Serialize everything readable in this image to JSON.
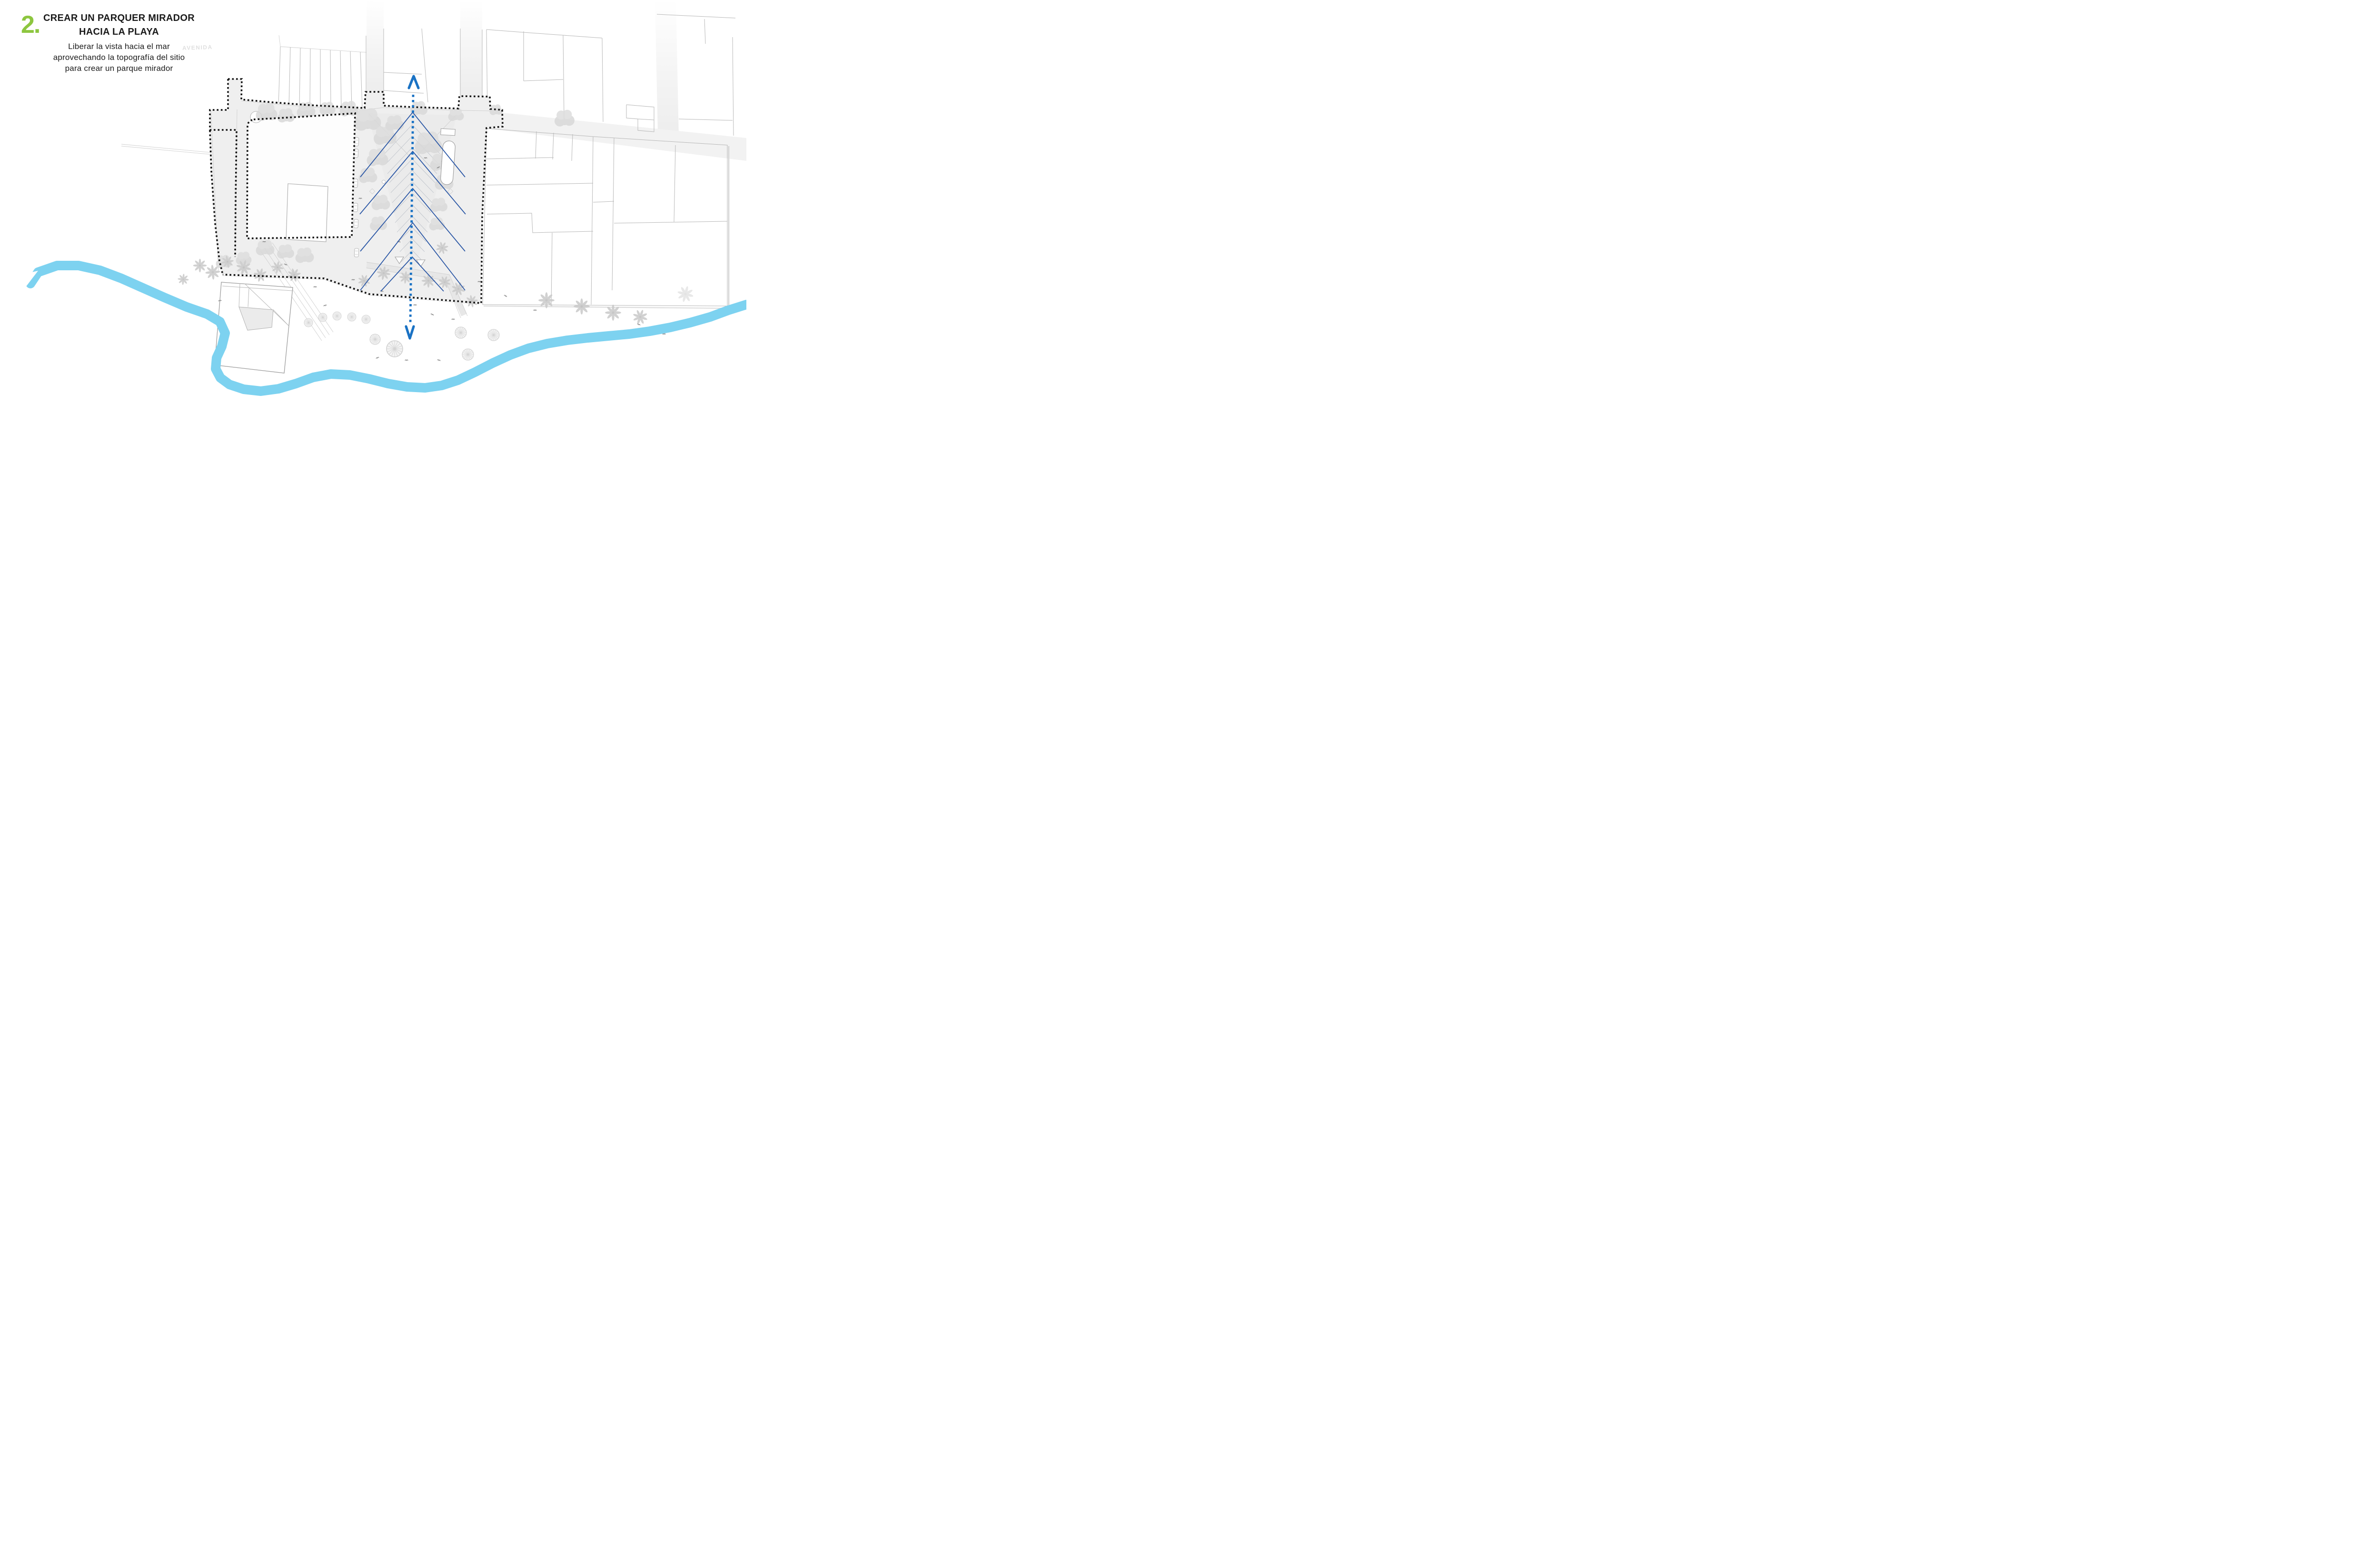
{
  "header": {
    "number": "2.",
    "title_line1": "CREAR UN PARQUER MIRADOR",
    "title_line2": "HACIA LA PLAYA",
    "subtitle_lines": [
      "Liberar la vista hacia el mar",
      "aprovechando la topografía del sitio",
      "para crear un parque mirador"
    ]
  },
  "map": {
    "avenue_label": "AVENIDA"
  },
  "colors": {
    "accent_green": "#8dc63f",
    "axis_blue": "#1a72c4",
    "chevron_blue": "#2b57a5",
    "river_blue": "#7dd2f0",
    "boundary_black": "#141414"
  }
}
